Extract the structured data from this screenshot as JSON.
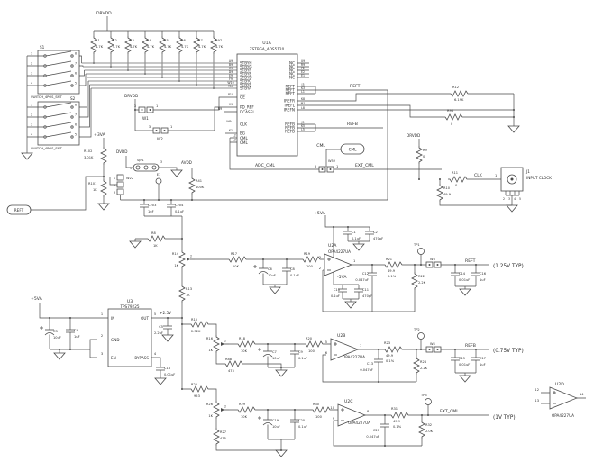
{
  "power": {
    "drvdd": "DRVDD",
    "dvdd": "DVDD",
    "avdd": "AVDD",
    "p3va": "+3VA",
    "p5va": "+5VA",
    "n5va": "-5VA",
    "p2v5": "+2.5V"
  },
  "pullups": {
    "value": "4.7K",
    "list": [
      "R1",
      "R2",
      "R3",
      "R4",
      "R5",
      "R6",
      "R7",
      "R97"
    ]
  },
  "switches": {
    "s1_ref": "S1",
    "s2_ref": "S2",
    "part": "SWITCH_4POS_SMT",
    "pins_left": [
      "1",
      "2",
      "3",
      "4"
    ],
    "pins_right": [
      "8",
      "7",
      "6",
      "5"
    ]
  },
  "adc": {
    "ref": "U1A",
    "part": "ZSTBGA_ADS5120",
    "stby": {
      "pins": [
        "A9",
        "B9",
        "C9",
        "D9",
        "E9",
        "F9",
        "W10",
        "Y10"
      ],
      "names": [
        "STBYH",
        "STBYG",
        "STBYF",
        "STBYE",
        "STBYD",
        "STBYC",
        "STBYB",
        "STBYA"
      ]
    },
    "oe": {
      "pin": "P10",
      "name": "OE"
    },
    "pd_ref": {
      "pin": "V9",
      "name": "PD_REF"
    },
    "dcasel": {
      "pin": "N9",
      "name": "DCASEL"
    },
    "clk": {
      "pin": "W9",
      "name": "CLK"
    },
    "bg": {
      "pin": "K1",
      "name": "BG"
    },
    "cml1": {
      "pin": "L2",
      "name": "CML"
    },
    "cml2": {
      "pin": "L3",
      "name": "CML"
    },
    "nc": {
      "pins": [
        "U9",
        "R9",
        "F2",
        "E2",
        "E1"
      ],
      "name": "NC"
    },
    "reft": {
      "pins": [
        "J3",
        "K3",
        "L1"
      ],
      "name": "REFT"
    },
    "iref": {
      "pins": [
        "K8",
        "M1",
        "L8"
      ],
      "names": [
        "IREFR",
        "IREFL",
        "IREFN"
      ]
    },
    "refb": {
      "pins": [
        "J5",
        "K5",
        "L5"
      ],
      "name": "REFB"
    }
  },
  "nets": {
    "reft": "REFT",
    "refb": "REFB",
    "cml": "CML",
    "adc_cml": "ADC_CML",
    "ext_cml": "EXT_CML",
    "clk": "CLK",
    "reft_out": "REFT",
    "refb_out": "REFB",
    "ext_cml_out": "EXT_CML",
    "reft_flag": "REFT",
    "cml_conn": "CML"
  },
  "annotations": {
    "v_reft": "(1.25V TYP)",
    "v_refb": "(0.75V TYP)",
    "v_cml": "(1V TYP)"
  },
  "iref_parts": {
    "r12": {
      "ref": "R12",
      "value": "6.19K"
    },
    "r98": {
      "ref": "R98",
      "value": "0"
    }
  },
  "clock": {
    "r9": {
      "ref": "R9",
      "value": "0"
    },
    "r10": {
      "ref": "R10",
      "value": "49.9"
    },
    "r11": {
      "ref": "R11",
      "value": "0"
    },
    "j1": {
      "ref": "J1",
      "name": "INPUT CLOCK",
      "pin": "1",
      "gnd_pins": [
        "2",
        "3",
        "4",
        "5"
      ]
    }
  },
  "jumpers": {
    "w1": {
      "ref": "W1",
      "a": "3",
      "b": "1"
    },
    "w2": {
      "ref": "W2",
      "a": "3",
      "b": "1"
    },
    "w52": {
      "ref": "W52",
      "a": "3",
      "b": "1"
    },
    "w3": {
      "ref": "W3"
    },
    "w4": {
      "ref": "W4"
    },
    "w22": {
      "ref": "W22",
      "pins": [
        "1",
        "2",
        "3"
      ]
    },
    "sjp1": {
      "ref": "SJP1",
      "a": "1",
      "b": "3"
    }
  },
  "bias": {
    "r102": {
      "ref": "R102",
      "value": "3.01K"
    },
    "r101": {
      "ref": "R101",
      "value": "1K"
    },
    "r41": {
      "ref": "R41",
      "value": "100K"
    },
    "c203": {
      "ref": "C203",
      "value": "1uF"
    },
    "c204": {
      "ref": "C204",
      "value": "0.1uF"
    },
    "e1": "E1"
  },
  "regulator": {
    "ref": "U3",
    "part": "TPS79225",
    "pins": {
      "in_no": "1",
      "in": "IN",
      "gnd_no": "2",
      "gnd": "GND",
      "en_no": "3",
      "en": "EN",
      "out_no": "5",
      "out": "OUT",
      "byp_no": "4",
      "byp": "BYPASS"
    },
    "c3": {
      "ref": "C3",
      "value": "10uF"
    },
    "c4": {
      "ref": "C4",
      "value": "1uF"
    },
    "c5": {
      "ref": "C5",
      "value": "2.2uF"
    },
    "c18": {
      "ref": "C18",
      "value": "0.01uF"
    }
  },
  "reft_chain": {
    "r8": {
      "ref": "R8",
      "value": "1K"
    },
    "r13": {
      "ref": "R13",
      "value": "1K"
    },
    "r14": {
      "ref": "R14",
      "value": "1K",
      "wiper": "2"
    },
    "r17": {
      "ref": "R17",
      "value": "10K"
    },
    "c6": {
      "ref": "C6",
      "value": "10uF"
    },
    "c8": {
      "ref": "C8",
      "value": "0.1uF"
    },
    "r19": {
      "ref": "R19",
      "value": "100"
    },
    "opamp": {
      "ref": "U2A",
      "part": "OPA4227UA",
      "pin_plus": "3",
      "pin_minus": "2",
      "pin_out": "1"
    },
    "c1": {
      "ref": "C1",
      "value": "0.1uF"
    },
    "c2": {
      "ref": "C2",
      "value": "470pF"
    },
    "c10": {
      "ref": "C10",
      "value": "0.1uF"
    },
    "c11": {
      "ref": "C11",
      "value": "470pF"
    },
    "c12": {
      "ref": "C12",
      "value": "0.047uF"
    },
    "r21": {
      "ref": "R21",
      "value": "49.9",
      "tol": "0.1%"
    },
    "r22": {
      "ref": "R22",
      "value": "2.2K"
    },
    "tp1": "TP1",
    "c14": {
      "ref": "C14",
      "value": "0.01uF"
    },
    "c16": {
      "ref": "C16",
      "value": "1uF"
    }
  },
  "refb_chain": {
    "r15": {
      "ref": "R15",
      "value": "2.32K"
    },
    "r16": {
      "ref": "R16",
      "value": "1K",
      "wiper": "2"
    },
    "r88": {
      "ref": "R88",
      "value": "475"
    },
    "r18": {
      "ref": "R18",
      "value": "10K"
    },
    "c7": {
      "ref": "C7",
      "value": "10uF"
    },
    "c9": {
      "ref": "C9",
      "value": "0.1uF"
    },
    "r20": {
      "ref": "R20",
      "value": "100"
    },
    "opamp": {
      "ref": "U2B",
      "part": "OPA4227UA",
      "pin_plus": "5",
      "pin_minus": "6",
      "pin_out": "7"
    },
    "r23": {
      "ref": "R23",
      "value": "49.9",
      "tol": "0.1%"
    },
    "r24": {
      "ref": "R24",
      "value": "2.2K"
    },
    "c13": {
      "ref": "C13",
      "value": "0.047uF"
    },
    "tp2": "TP2",
    "c15": {
      "ref": "C15",
      "value": "0.01uF"
    },
    "c17": {
      "ref": "C17",
      "value": "1uF"
    }
  },
  "cml_chain": {
    "r25": {
      "ref": "R25",
      "value": "953"
    },
    "r26": {
      "ref": "R26",
      "value": "1K",
      "wiper": "2"
    },
    "r27": {
      "ref": "R27",
      "value": "475"
    },
    "r29": {
      "ref": "R29",
      "value": "10K"
    },
    "c19": {
      "ref": "C19",
      "value": "10uF"
    },
    "c20": {
      "ref": "C20",
      "value": "0.1uF"
    },
    "r30": {
      "ref": "R30",
      "value": "100"
    },
    "opamp": {
      "ref": "U2C",
      "part": "OPA4227UA",
      "pin_plus": "10",
      "pin_minus": "9",
      "pin_out": "8"
    },
    "r31": {
      "ref": "R31",
      "value": "49.9",
      "tol": "0.1%"
    },
    "r32": {
      "ref": "R32",
      "value": "2.0K"
    },
    "c21": {
      "ref": "C21",
      "value": "0.047uF"
    },
    "tp3": "TP3"
  },
  "spare": {
    "opamp": {
      "ref": "U2D",
      "part": "OPA4227UA",
      "pin_plus": "12",
      "pin_minus": "13",
      "pin_out": "14"
    }
  }
}
